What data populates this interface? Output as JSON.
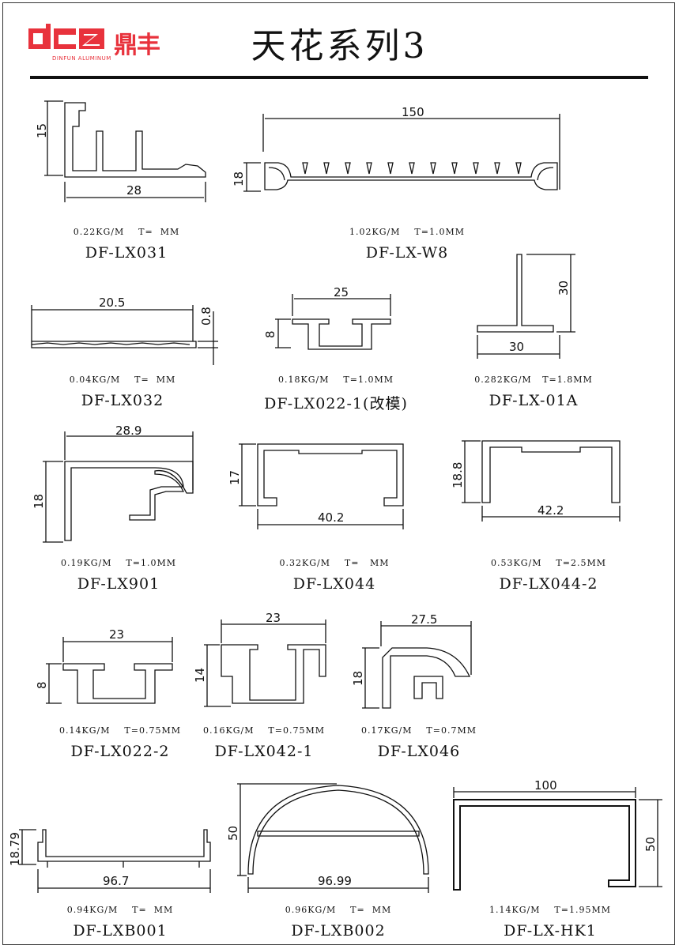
{
  "header": {
    "brand_cn": "鼎丰",
    "brand_en": "DINFUN ALUMINUM",
    "title": "天花系列3"
  },
  "profiles": [
    {
      "spec": "0.22KG/M    T=  MM",
      "model": "DF-LX031",
      "dims": [
        "15",
        "28"
      ]
    },
    {
      "spec": "1.02KG/M    T=1.0MM",
      "model": "DF-LX-W8",
      "dims": [
        "150",
        "18"
      ]
    },
    {
      "spec": "0.04KG/M    T=  MM",
      "model": "DF-LX032",
      "dims": [
        "20.5",
        "0.8"
      ]
    },
    {
      "spec": "0.18KG/M    T=1.0MM",
      "model": "DF-LX022-1(改模)",
      "dims": [
        "25",
        "8"
      ]
    },
    {
      "spec": "0.282KG/M   T=1.8MM",
      "model": "DF-LX-01A",
      "dims": [
        "30",
        "30"
      ]
    },
    {
      "spec": "0.19KG/M    T=1.0MM",
      "model": "DF-LX901",
      "dims": [
        "28.9",
        "18"
      ]
    },
    {
      "spec": "0.32KG/M    T=   MM",
      "model": "DF-LX044",
      "dims": [
        "17",
        "40.2"
      ]
    },
    {
      "spec": "0.53KG/M    T=2.5MM",
      "model": "DF-LX044-2",
      "dims": [
        "18.8",
        "42.2"
      ]
    },
    {
      "spec": "0.14KG/M    T=0.75MM",
      "model": "DF-LX022-2",
      "dims": [
        "23",
        "8"
      ]
    },
    {
      "spec": "0.16KG/M    T=0.75MM",
      "model": "DF-LX042-1",
      "dims": [
        "23",
        "14"
      ]
    },
    {
      "spec": "0.17KG/M    T=0.7MM",
      "model": "DF-LX046",
      "dims": [
        "27.5",
        "18"
      ]
    },
    {
      "spec": "0.94KG/M    T=  MM",
      "model": "DF-LXB001",
      "dims": [
        "18.79",
        "96.7"
      ]
    },
    {
      "spec": "0.96KG/M    T=  MM",
      "model": "DF-LXB002",
      "dims": [
        "50",
        "96.99"
      ]
    },
    {
      "spec": "1.14KG/M    T=1.95MM",
      "model": "DF-LX-HK1",
      "dims": [
        "100",
        "50"
      ]
    }
  ],
  "colors": {
    "brand": "#e8323c",
    "ink": "#111111"
  }
}
